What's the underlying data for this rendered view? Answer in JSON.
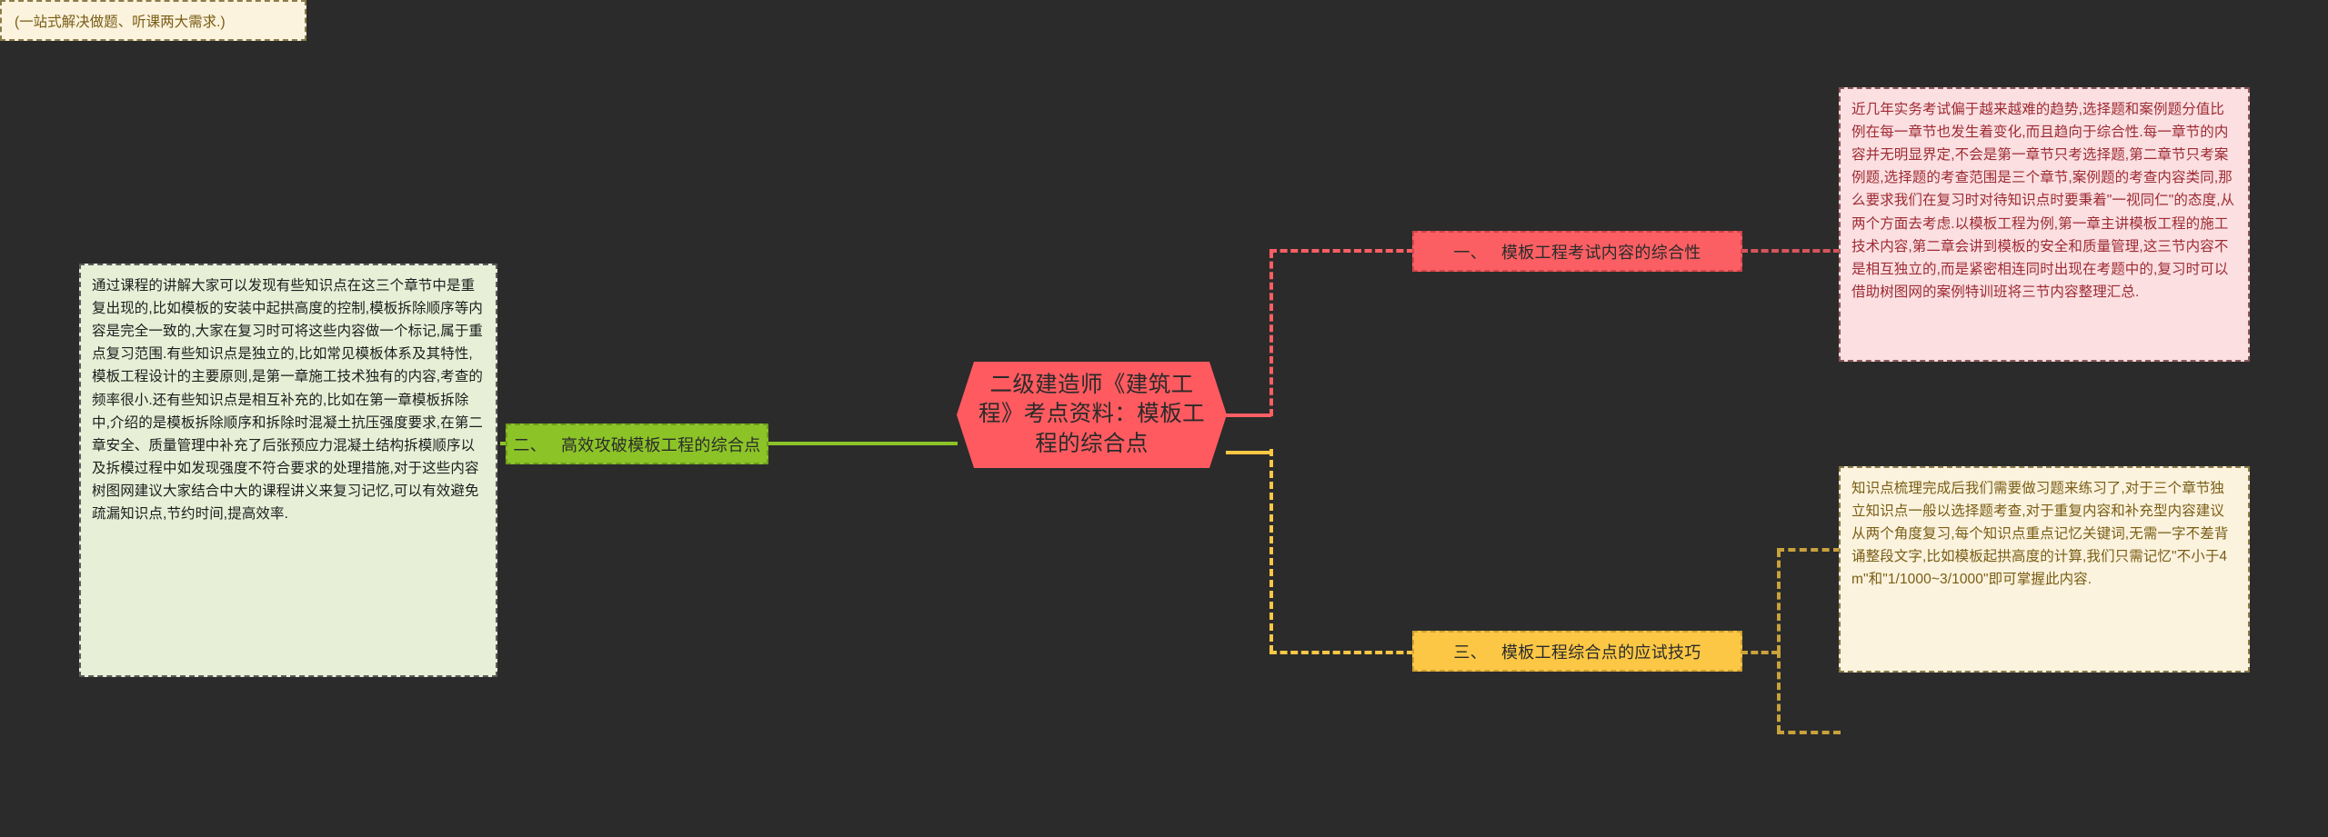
{
  "theme": {
    "background": "#2b2b2b",
    "central_color": "#ff5a5f",
    "branch_green": "#8cc428",
    "branch_red": "#fb5f63",
    "branch_yellow": "#fbc745",
    "note_green_bg": "#e7f0d7",
    "note_pink_bg": "#fbdfe1",
    "note_cream_bg": "#fbf3dd"
  },
  "central": {
    "title": "二级建造师《建筑工程》考点资料：模板工程的综合点"
  },
  "branches": {
    "green": {
      "index": "二、",
      "label": "高效攻破模板工程的综合点",
      "note": "通过课程的讲解大家可以发现有些知识点在这三个章节中是重复出现的,比如模板的安装中起拱高度的控制,模板拆除顺序等内容是完全一致的,大家在复习时可将这些内容做一个标记,属于重点复习范围.有些知识点是独立的,比如常见模板体系及其特性,模板工程设计的主要原则,是第一章施工技术独有的内容,考查的频率很小.还有些知识点是相互补充的,比如在第一章模板拆除中,介绍的是模板拆除顺序和拆除时混凝土抗压强度要求,在第二章安全、质量管理中补充了后张预应力混凝土结构拆模顺序以及拆模过程中如发现强度不符合要求的处理措施,对于这些内容树图网建议大家结合中大的课程讲义来复习记忆,可以有效避免疏漏知识点,节约时间,提高效率."
    },
    "red": {
      "index": "一、",
      "label": "模板工程考试内容的综合性",
      "note": "近几年实务考试偏于越来越难的趋势,选择题和案例题分值比例在每一章节也发生着变化,而且趋向于综合性.每一章节的内容并无明显界定,不会是第一章节只考选择题,第二章节只考案例题,选择题的考查范围是三个章节,案例题的考查内容类同,那么要求我们在复习时对待知识点时要秉着\"一视同仁\"的态度,从两个方面去考虑.以模板工程为例,第一章主讲模板工程的施工技术内容,第二章会讲到模板的安全和质量管理,这三节内容不是相互独立的,而是紧密相连同时出现在考题中的,复习时可以借助树图网的案例特训班将三节内容整理汇总."
    },
    "yellow": {
      "index": "三、",
      "label": "模板工程综合点的应试技巧",
      "note": "知识点梳理完成后我们需要做习题来练习了,对于三个章节独立知识点一般以选择题考查,对于重复内容和补充型内容建议从两个角度复习,每个知识点重点记忆关键词,无需一字不差背诵整段文字,比如模板起拱高度的计算,我们只需记忆\"不小于4m\"和\"1/1000~3/1000\"即可掌握此内容.",
      "note_small": "(一站式解决做题、听课两大需求.)"
    }
  }
}
